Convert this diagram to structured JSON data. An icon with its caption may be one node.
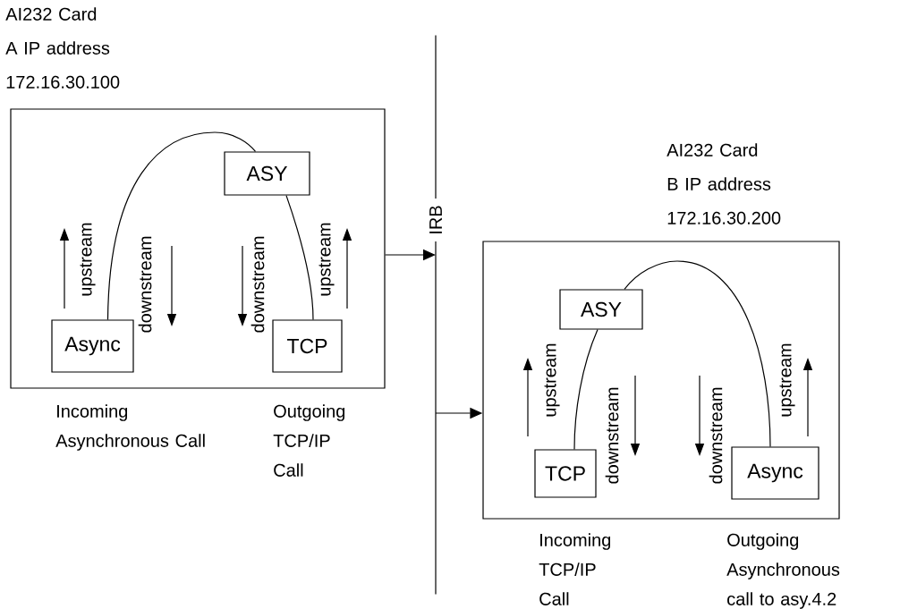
{
  "diagram": {
    "nodes": [
      {
        "text": [
          "AI232 Card A IP address 172.16.30.100"
        ],
        "beside": [
          "Incoming Asynchronous Call",
          "Outgoing TCP/IP Call"
        ]
      },
      {
        "text": [
          "Async"
        ],
        "in": 0
      },
      {
        "text": [
          "ASY"
        ],
        "in": 0
      },
      {
        "text": [
          "TCP"
        ],
        "in": 0
      },
      {
        "text": [
          "IRB"
        ]
      },
      {
        "text": [
          "AI232 Card B IP address 172.16.30.200"
        ],
        "beside": [
          "Incoming TCP/IP Call",
          "Outgoing Asynchronous call to asy.4.2"
        ]
      },
      {
        "text": [
          "ASY"
        ],
        "in": 5
      },
      {
        "text": [
          "TCP"
        ],
        "in": 5
      },
      {
        "text": [
          "Async"
        ],
        "in": 5
      }
    ],
    "edges": [
      {
        "from": 1,
        "to": 2,
        "arrow": "none"
      },
      {
        "from": 2,
        "to": 3,
        "arrow": "none"
      },
      {
        "from": 0,
        "to": 4,
        "arrow": "to"
      },
      {
        "from": 4,
        "to": 5,
        "arrow": "to"
      },
      {
        "from": 6,
        "to": 7,
        "arrow": "none"
      },
      {
        "from": 6,
        "to": 8,
        "arrow": "none"
      }
    ],
    "labels": [
      "upstream",
      "downstream",
      "downstream",
      "upstream",
      "upstream",
      "downstream",
      "downstream",
      "upstream"
    ]
  }
}
